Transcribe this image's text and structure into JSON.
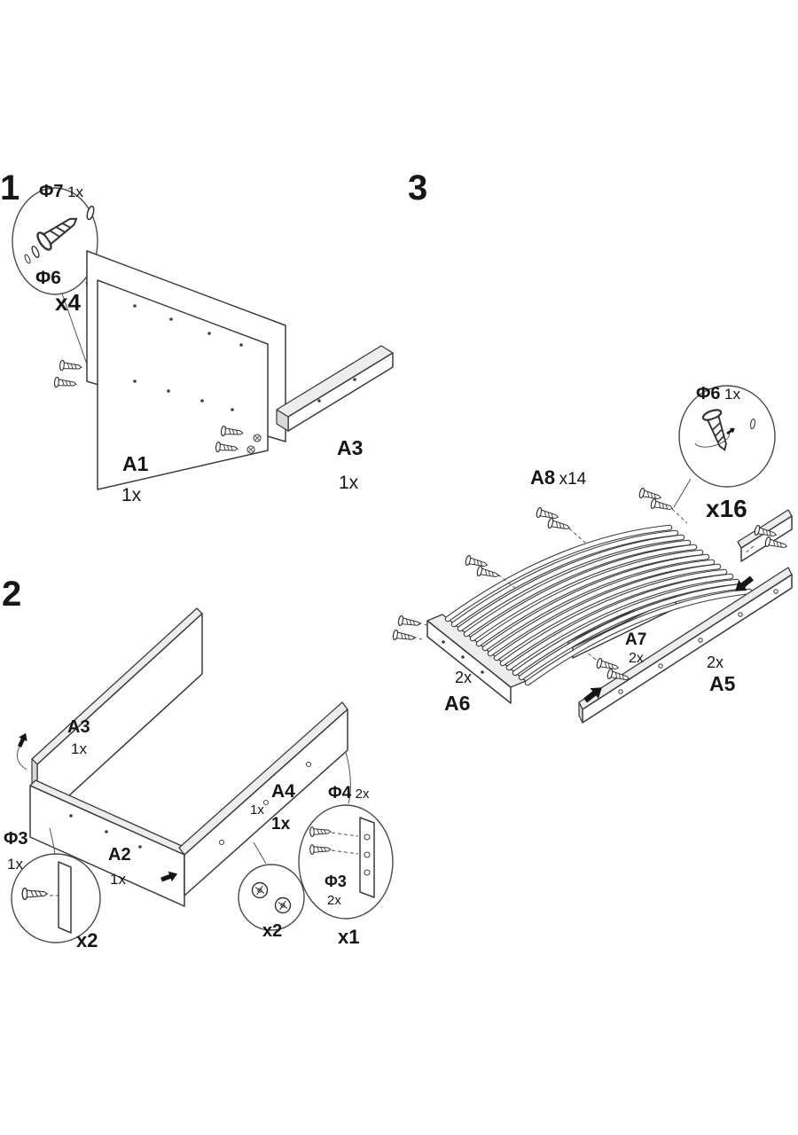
{
  "colors": {
    "ink": "#3a3a3a",
    "paper": "#ffffff"
  },
  "steps": {
    "step1": {
      "number": "1",
      "detail": {
        "bolt": "Φ7",
        "bolt_qty": "1x",
        "washer": "Φ6",
        "count": "x4"
      },
      "parts": {
        "a1": {
          "id": "A1",
          "qty": "1x"
        },
        "a3": {
          "id": "A3",
          "qty": "1x"
        }
      }
    },
    "step2": {
      "number": "2",
      "parts": {
        "a3": {
          "id": "A3",
          "qty": "1x"
        },
        "a2": {
          "id": "A2",
          "qty": "1x"
        },
        "a4": {
          "id": "A4",
          "qty_note": "1x",
          "qty": "1x"
        }
      },
      "details": {
        "left": {
          "screw": "Φ3",
          "screw_qty": "1x",
          "count": "x2"
        },
        "cams": {
          "count": "x2"
        },
        "bracket": {
          "bolt": "Φ4",
          "bolt_qty": "2x",
          "screw": "Φ3",
          "screw_qty": "2x",
          "count": "x1"
        }
      }
    },
    "step3": {
      "number": "3",
      "detail": {
        "screw": "Φ6",
        "screw_qty": "1x",
        "count": "x16"
      },
      "parts": {
        "a8": {
          "id": "A8",
          "qty": "x14"
        },
        "a7": {
          "id": "A7",
          "qty": "2x"
        },
        "a6": {
          "id": "A6",
          "qty": "2x"
        },
        "a5": {
          "id": "A5",
          "qty": "2x"
        }
      }
    }
  }
}
